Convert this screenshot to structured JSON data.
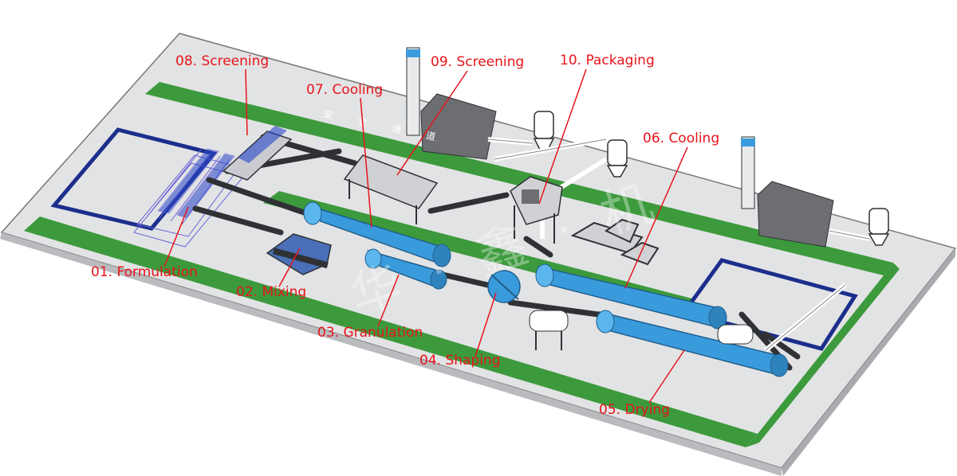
{
  "diagram": {
    "labels": {
      "formulation": "01. Formulation",
      "mixing": "02. Mixing",
      "granulation": "03. Granulation",
      "shaping": "04. Shaping",
      "drying": "05. Drying",
      "cooling_06": "06. Cooling",
      "cooling_07": "07. Cooling",
      "screening_08": "08. Screening",
      "screening_09": "09. Screening",
      "packaging": "10. Packaging"
    },
    "floor_sign": "安 全 通 道",
    "colors": {
      "label": "#e8141b",
      "floor": "#e2e3e4",
      "walkway": "#3c9a3c",
      "zone_outline": "#1c2e8c",
      "drum": "#3a9bdc",
      "frame": "#2f3135",
      "rack": "#6b63d8"
    }
  }
}
